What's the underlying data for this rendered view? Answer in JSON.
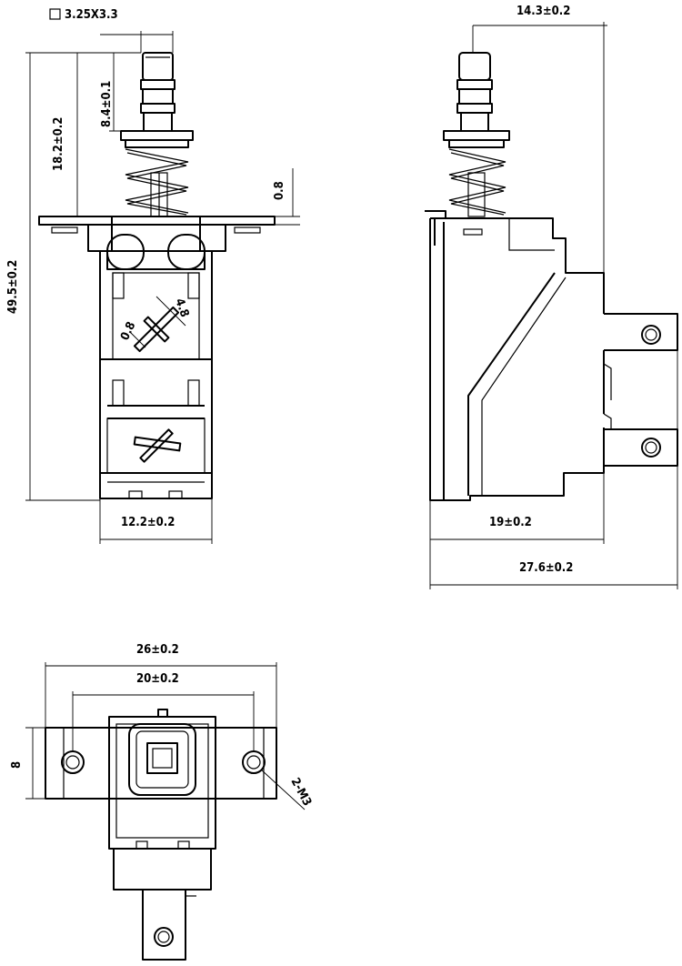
{
  "dimensions": {
    "stem_square": "3.25X3.3",
    "plunger_length": "8.4±0.1",
    "top_height": "18.2±0.2",
    "total_height": "49.5±0.2",
    "flange_thickness": "0.8",
    "front_width": "12.2±0.2",
    "contact_width": "4.8",
    "contact_thickness": "0.8",
    "side_top_width": "14.3±0.2",
    "side_body_width": "19±0.2",
    "side_total_width": "27.6±0.2",
    "flange_width": "26±0.2",
    "hole_spacing": "20±0.2",
    "flange_height": "8",
    "mounting_holes": "2-M3"
  }
}
